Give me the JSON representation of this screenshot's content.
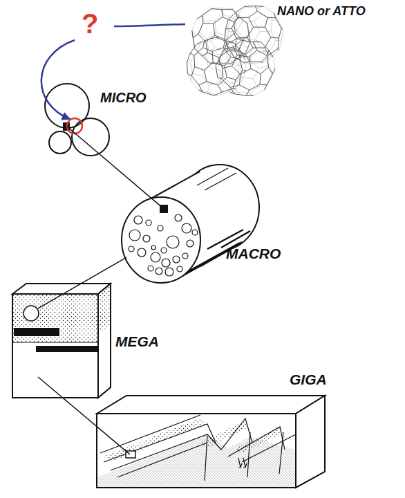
{
  "diagram": {
    "nodes": [
      {
        "text": [
          "NANO or ATTO"
        ]
      },
      {
        "text": [
          "MICRO"
        ]
      },
      {
        "text": [
          "MACRO"
        ]
      },
      {
        "text": [
          "MEGA"
        ]
      },
      {
        "text": [
          "GIGA"
        ]
      }
    ],
    "edges": [
      {
        "from": 0,
        "to": 1,
        "arrow": "to",
        "label": "?"
      },
      {
        "from": 1,
        "to": 2,
        "arrow": "none"
      },
      {
        "from": 2,
        "to": 3,
        "arrow": "none"
      },
      {
        "from": 3,
        "to": 4,
        "arrow": "none"
      }
    ]
  }
}
